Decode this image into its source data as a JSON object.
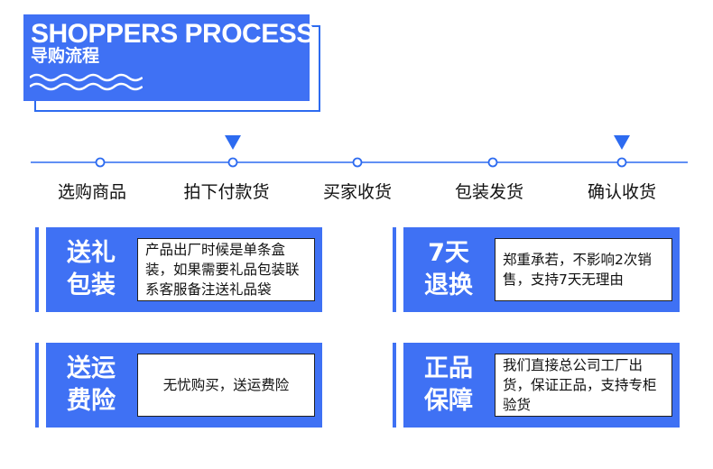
{
  "header": {
    "title": "SHOPPERS PROCESS",
    "subtitle": "导购流程"
  },
  "steps": [
    {
      "label": "选购商品",
      "highlighted": false
    },
    {
      "label": "拍下付款货",
      "highlighted": true
    },
    {
      "label": "买家收货",
      "highlighted": false
    },
    {
      "label": "包装发货",
      "highlighted": false
    },
    {
      "label": "确认收货",
      "highlighted": true
    }
  ],
  "cards": [
    {
      "title": "送礼\n包装",
      "text": "产品出厂时候是单条盒装，如果需要礼品包装联系客服备注送礼品袋"
    },
    {
      "title": "7天\n退换",
      "text": "郑重承若，不影响2次销售，支持7天无理由"
    },
    {
      "title": "送运\n费险",
      "text": "无忧购买，送运费险"
    },
    {
      "title": "正品\n保障",
      "text": "我们直接总公司工厂出货，保证正品，支持专柜验货"
    }
  ],
  "colors": {
    "accent": "#3f71f4",
    "line": "#2d6bf0",
    "text": "#111111"
  }
}
